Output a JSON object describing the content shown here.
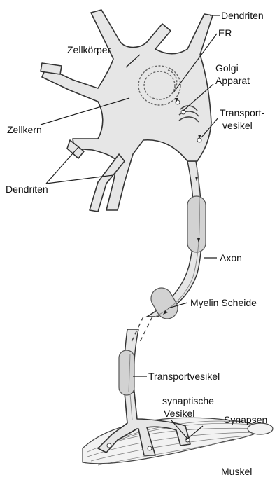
{
  "labels": {
    "dendriten_top": "Dendriten",
    "er": "ER",
    "zellkoerper": "Zellkörper",
    "golgi_line1": "Golgi",
    "golgi_line2": "Apparat",
    "transport_line1": "Transport-",
    "transport_line2": "vesikel",
    "zellkern": "Zellkern",
    "dendriten_left": "Dendriten",
    "axon": "Axon",
    "myelin": "Myelin Scheide",
    "transportvesikel": "Transportvesikel",
    "syn_vesikel_line1": "synaptische",
    "syn_vesikel_line2": "Vesikel",
    "synapsen": "Synapsen",
    "muskel": "Muskel"
  }
}
